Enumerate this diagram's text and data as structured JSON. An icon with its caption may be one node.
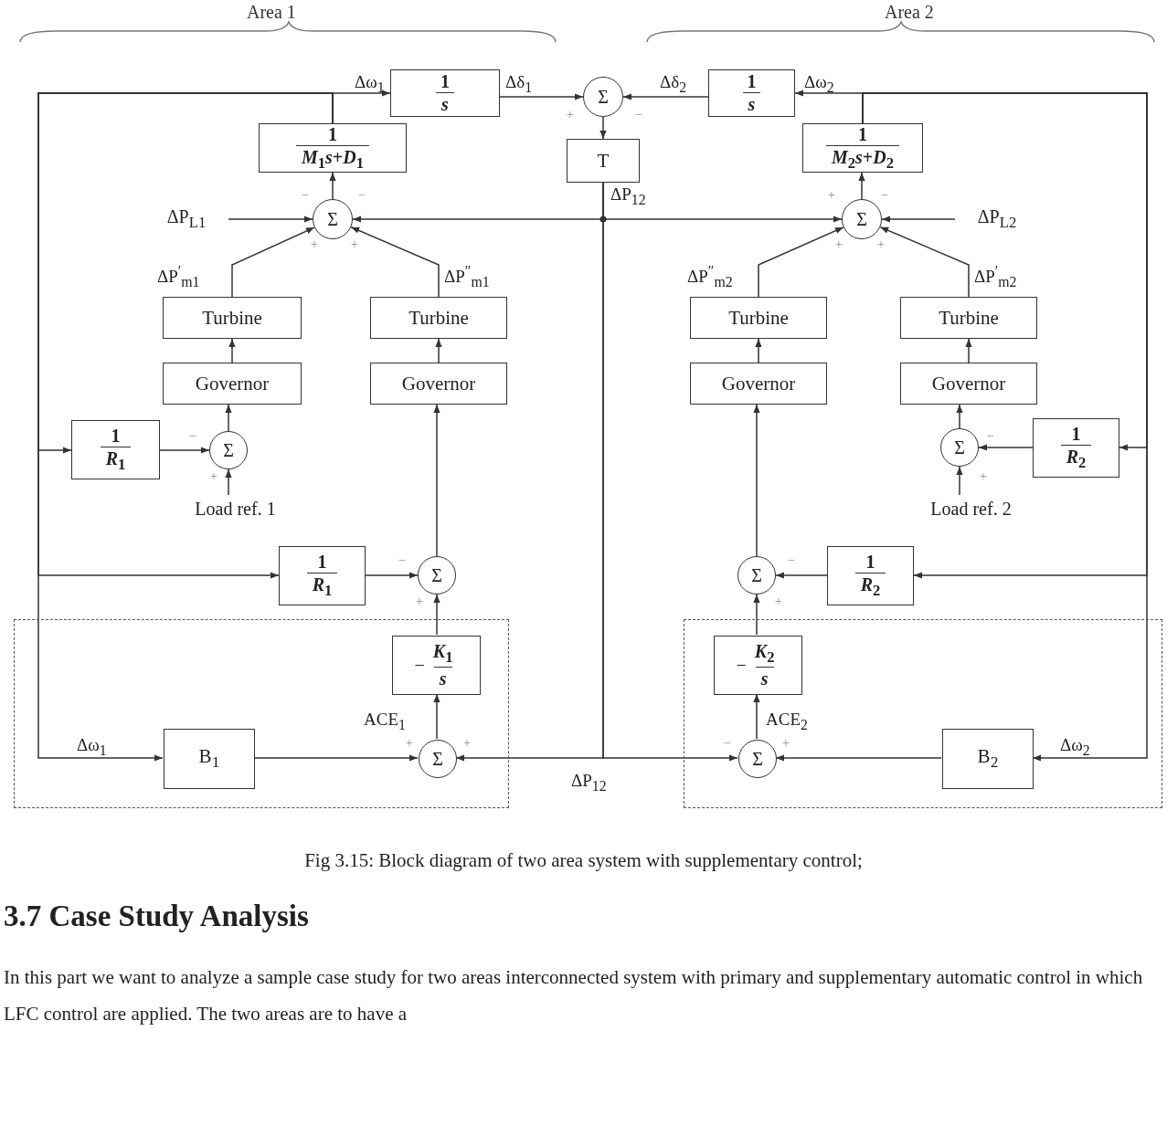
{
  "diagram": {
    "caption": "Fig 3.15:  Block diagram of two area system with supplementary control;",
    "nodes": [
      {
        "text": [
          "1",
          "*s*"
        ]
      },
      {
        "text": [
          "1",
          "*M*$_{1}$*s*+*D*$_{1}$"
        ]
      },
      {
        "text": [
          "Σ"
        ]
      },
      {
        "text": [
          "T"
        ]
      },
      {
        "text": [
          "1",
          "*s*"
        ]
      },
      {
        "text": [
          "1",
          "*M*$_{2}$*s*+*D*$_{2}$"
        ]
      },
      {
        "text": [
          "Σ"
        ]
      },
      {
        "text": [
          "Σ"
        ]
      },
      {
        "text": [
          "Turbine"
        ]
      },
      {
        "text": [
          "Turbine"
        ]
      },
      {
        "text": [
          "Turbine"
        ]
      },
      {
        "text": [
          "Turbine"
        ]
      },
      {
        "text": [
          "Governor"
        ]
      },
      {
        "text": [
          "Governor"
        ]
      },
      {
        "text": [
          "Governor"
        ]
      },
      {
        "text": [
          "Governor"
        ]
      },
      {
        "text": [
          "1",
          "*R*$_{1}$"
        ]
      },
      {
        "text": [
          "Σ"
        ]
      },
      {
        "text": [
          "Load ref. 1"
        ]
      },
      {
        "text": [
          "Σ"
        ]
      },
      {
        "text": [
          "1",
          "*R*$_{2}$"
        ]
      },
      {
        "text": [
          "Load ref. 2"
        ]
      },
      {
        "text": [
          "1",
          "*R*$_{1}$"
        ]
      },
      {
        "text": [
          "Σ"
        ]
      },
      {
        "text": [
          "Σ"
        ]
      },
      {
        "text": [
          "1",
          "*R*$_{2}$"
        ]
      },
      {
        "text": [],
        "shape": "box"
      },
      {
        "text": [],
        "shape": "box"
      },
      {
        "text": [
          "−",
          "*K*$_{1}$",
          "*s*"
        ],
        "in": 26
      },
      {
        "text": [
          "−",
          "*K*$_{2}$",
          "*s*"
        ],
        "in": 27
      },
      {
        "text": [
          "B$_{1}$"
        ],
        "in": 26
      },
      {
        "text": [
          "Σ"
        ],
        "in": 26
      },
      {
        "text": [
          "Σ"
        ],
        "in": 27
      },
      {
        "text": [
          "B$_{2}$"
        ],
        "in": 27
      },
      {
        "text": [
          "ΔP$_{L1}$"
        ]
      },
      {
        "text": [
          "ΔP$_{L2}$"
        ]
      }
    ],
    "edges": [
      {
        "from": 1,
        "to": 0,
        "arrow": "to"
      },
      {
        "from": 1,
        "to": 16,
        "arrow": "to"
      },
      {
        "from": 1,
        "to": 22,
        "arrow": "to"
      },
      {
        "from": 1,
        "to": 30,
        "arrow": "to"
      },
      {
        "from": 0,
        "to": 2,
        "arrow": "to"
      },
      {
        "from": 4,
        "to": 2,
        "arrow": "to"
      },
      {
        "from": 2,
        "to": 3,
        "arrow": "to"
      },
      {
        "from": 3,
        "to": 6,
        "arrow": "to"
      },
      {
        "from": 3,
        "to": 7,
        "arrow": "to"
      },
      {
        "from": 3,
        "to": 31,
        "arrow": "to"
      },
      {
        "from": 3,
        "to": 32,
        "arrow": "to"
      },
      {
        "from": 5,
        "to": 4,
        "arrow": "to"
      },
      {
        "from": 5,
        "to": 20,
        "arrow": "to"
      },
      {
        "from": 5,
        "to": 25,
        "arrow": "to"
      },
      {
        "from": 5,
        "to": 33,
        "arrow": "to"
      },
      {
        "from": 6,
        "to": 1,
        "arrow": "to"
      },
      {
        "from": 34,
        "to": 6,
        "arrow": "to"
      },
      {
        "from": 35,
        "to": 7,
        "arrow": "to"
      },
      {
        "from": 7,
        "to": 5,
        "arrow": "to"
      },
      {
        "from": 8,
        "to": 6,
        "arrow": "to"
      },
      {
        "from": 9,
        "to": 6,
        "arrow": "to"
      },
      {
        "from": 10,
        "to": 7,
        "arrow": "to"
      },
      {
        "from": 11,
        "to": 7,
        "arrow": "to"
      },
      {
        "from": 12,
        "to": 8,
        "arrow": "to"
      },
      {
        "from": 13,
        "to": 9,
        "arrow": "to"
      },
      {
        "from": 14,
        "to": 10,
        "arrow": "to"
      },
      {
        "from": 15,
        "to": 11,
        "arrow": "to"
      },
      {
        "from": 16,
        "to": 17,
        "arrow": "to"
      },
      {
        "from": 18,
        "to": 17,
        "arrow": "to"
      },
      {
        "from": 17,
        "to": 12,
        "arrow": "to"
      },
      {
        "from": 20,
        "to": 19,
        "arrow": "to"
      },
      {
        "from": 21,
        "to": 19,
        "arrow": "to"
      },
      {
        "from": 19,
        "to": 15,
        "arrow": "to"
      },
      {
        "from": 22,
        "to": 23,
        "arrow": "to"
      },
      {
        "from": 23,
        "to": 13,
        "arrow": "to"
      },
      {
        "from": 25,
        "to": 24,
        "arrow": "to"
      },
      {
        "from": 24,
        "to": 14,
        "arrow": "to"
      },
      {
        "from": 28,
        "to": 23,
        "arrow": "to"
      },
      {
        "from": 29,
        "to": 24,
        "arrow": "to"
      },
      {
        "from": 31,
        "to": 28,
        "arrow": "to"
      },
      {
        "from": 32,
        "to": 29,
        "arrow": "to"
      },
      {
        "from": 30,
        "to": 31,
        "arrow": "to"
      },
      {
        "from": 33,
        "to": 32,
        "arrow": "to"
      }
    ],
    "labels": [
      "Area 1",
      "Area 2",
      "Δω$_{1}$",
      "Δδ$_{1}$",
      "+",
      "−",
      "Δδ$_{2}$",
      "Δω$_{2}$",
      "ΔP$_{12}$",
      "−",
      "−",
      "+",
      "−",
      "+",
      "+",
      "+",
      "+",
      "ΔP$^{′}$$_{m1}$",
      "ΔP$^{″}$$_{m1}$",
      "ΔP$^{″}$$_{m2}$",
      "ΔP$^{′}$$_{m2}$",
      "−",
      "+",
      "−",
      "+",
      "−",
      "+",
      "−",
      "+",
      "ACE$_{1}$",
      "ACE$_{2}$",
      "Δω$_{1}$",
      "+",
      "+",
      "−",
      "+",
      "Δω$_{2}$",
      "ΔP$_{12}$",
      "3.7 Case Study Analysis",
      "In this part we want to analyze a sample case study for two areas interconnected system with primary and supplementary automatic control in which LFC control are applied. The two areas are to have a"
    ]
  }
}
